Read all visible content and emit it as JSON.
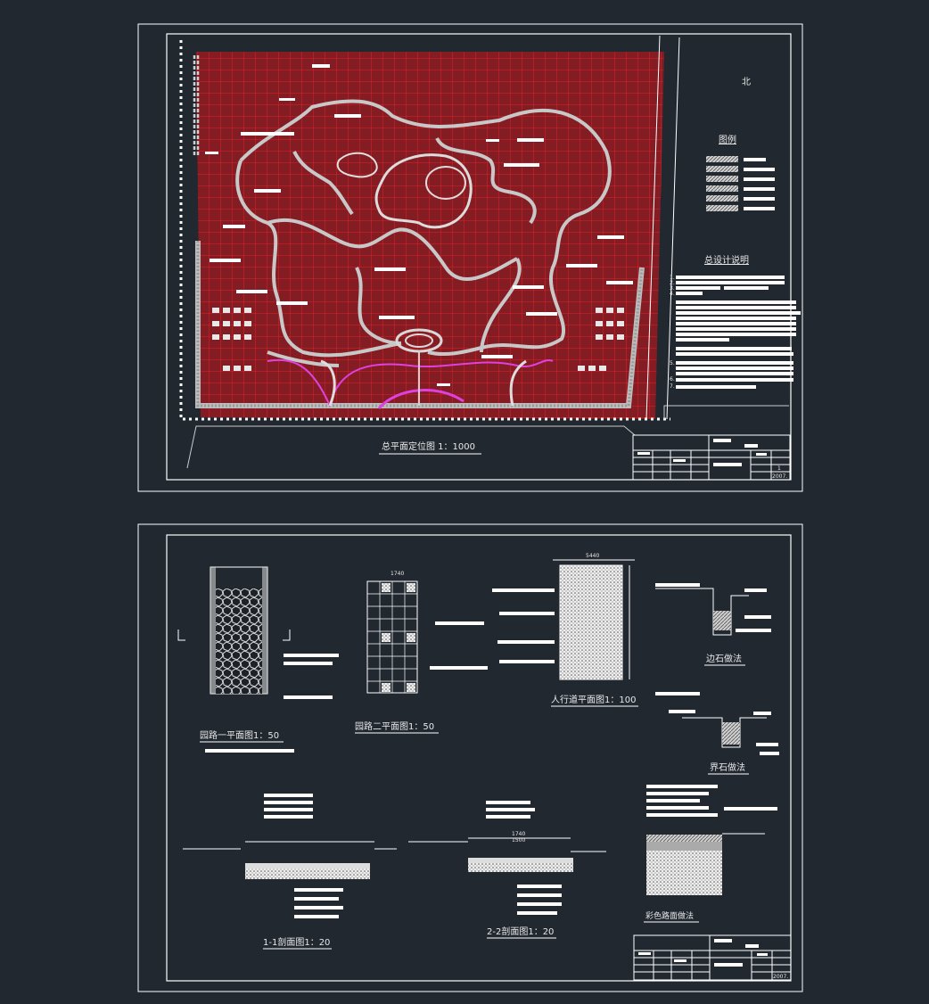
{
  "sheet1": {
    "title": "总平面定位图 1：1000",
    "north_label": "北",
    "legend_title": "图例",
    "notes_title": "总设计说明",
    "notes_numbers": [
      "1.",
      "2.",
      "3.",
      "4.",
      "5.",
      "6.",
      "7."
    ],
    "title_block_number": "2007.",
    "title_block_sheet": "1"
  },
  "sheet2": {
    "labels": {
      "road1": "园路一平面图1：50",
      "road2": "园路二平面图1：50",
      "sidewalk": "人行道平面图1：100",
      "curb": "边石做法",
      "boundary": "界石做法",
      "section11": "1-1剖面图1：20",
      "section22": "2-2剖面图1：20",
      "paving": "彩色路面做法"
    },
    "dims": {
      "road2_width": "1740",
      "sidewalk_width": "5440",
      "section22_top": "1740",
      "section22_inner": "1500"
    },
    "title_block_number": "2007."
  },
  "colors": {
    "background": "#212830",
    "frame": "#ffffff",
    "grid": "#e0202a",
    "path": "#c8c8c8",
    "magenta": "#e040e0"
  }
}
